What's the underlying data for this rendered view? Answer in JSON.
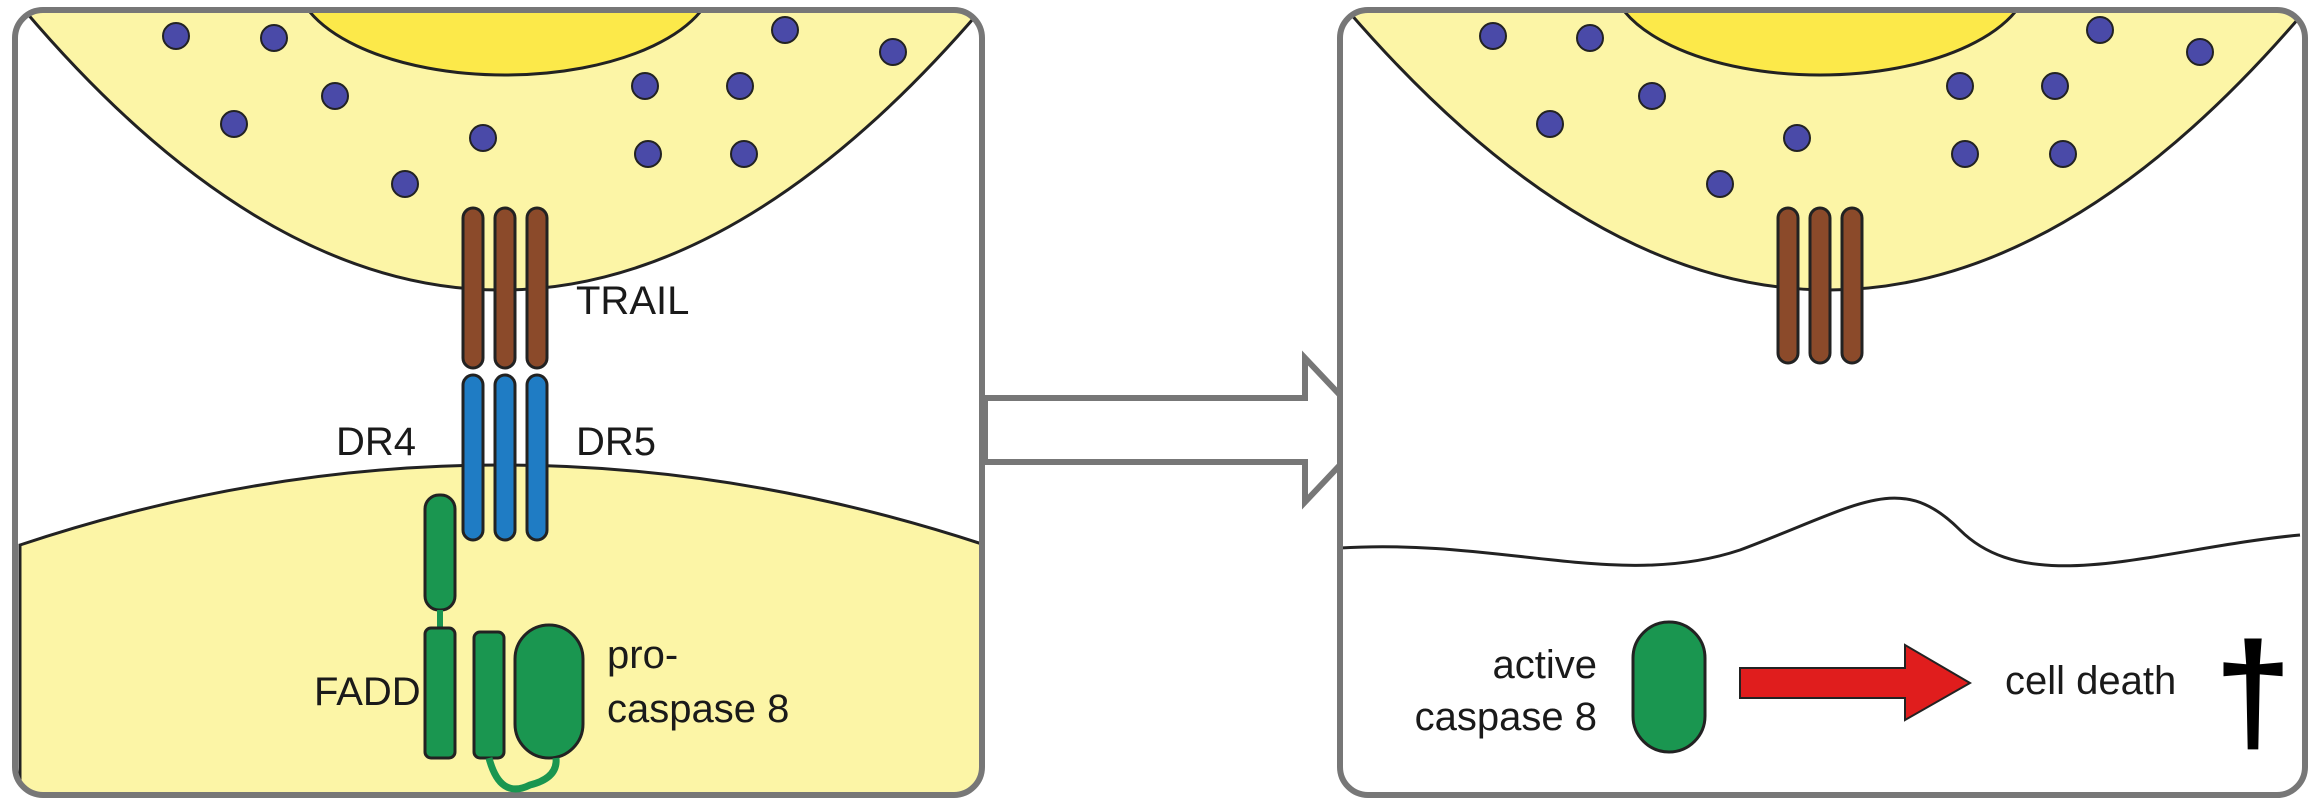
{
  "colors": {
    "cell_fill": "#fcf5a6",
    "nucleus_fill": "#fce94a",
    "granule": "#4a4aa8",
    "trail": "#8b4a2a",
    "receptor": "#1f7cc4",
    "fadd": "#1a9650",
    "panel_border": "#777777",
    "arrow_red": "#e01d1d",
    "outline": "#222222"
  },
  "left_panel": {
    "trail_label": "TRAIL",
    "dr4_label": "DR4",
    "dr5_label": "DR5",
    "fadd_label": "FADD",
    "procaspase_line1": "pro-",
    "procaspase_line2": "caspase 8"
  },
  "right_panel": {
    "active_line1": "active",
    "active_line2": "caspase 8",
    "cell_death_label": "cell death",
    "cross_symbol": "†"
  }
}
